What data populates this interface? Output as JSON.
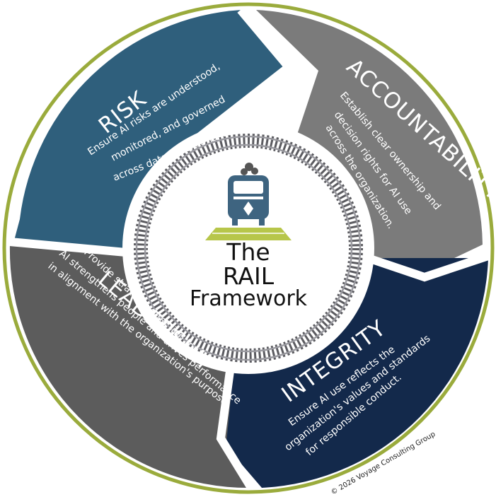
{
  "center": {
    "line1": "The",
    "line2": "RAIL",
    "line3": "Framework"
  },
  "segments": {
    "risk": {
      "title": "RISK",
      "lines": [
        "Ensure AI risks are understood,",
        "monitored, and governed",
        "across data, decisions, and reputation."
      ]
    },
    "accountability": {
      "title": "ACCOUNTABILITY",
      "lines": [
        "Establish clear ownership and",
        "decision rights for AI use",
        "across the organization."
      ]
    },
    "integrity": {
      "title": "INTEGRITY",
      "lines": [
        "Ensure AI use reflects the",
        "organization's values and standards",
        "for responsible conduct."
      ]
    },
    "leadership": {
      "title": "LEADERSHIP",
      "lines": [
        "Provide strategic direction for how",
        "AI strengthens people and drives performance",
        "in alignment with the organization's purpose."
      ]
    }
  },
  "copyright": "© 2026 Voyage Consulting Group",
  "colors": {
    "risk": "#2f5f7c",
    "accountability": "#7b7b7b",
    "integrity": "#13294b",
    "leadership": "#5c5c5c",
    "ring": "#9aab3c",
    "grass": "#b7c64a",
    "train": "#3e6480",
    "rail": "#9a9aa0",
    "tie": "#5b5b60"
  },
  "icons": {
    "center": "train-icon",
    "track": "railroad-track-icon"
  }
}
